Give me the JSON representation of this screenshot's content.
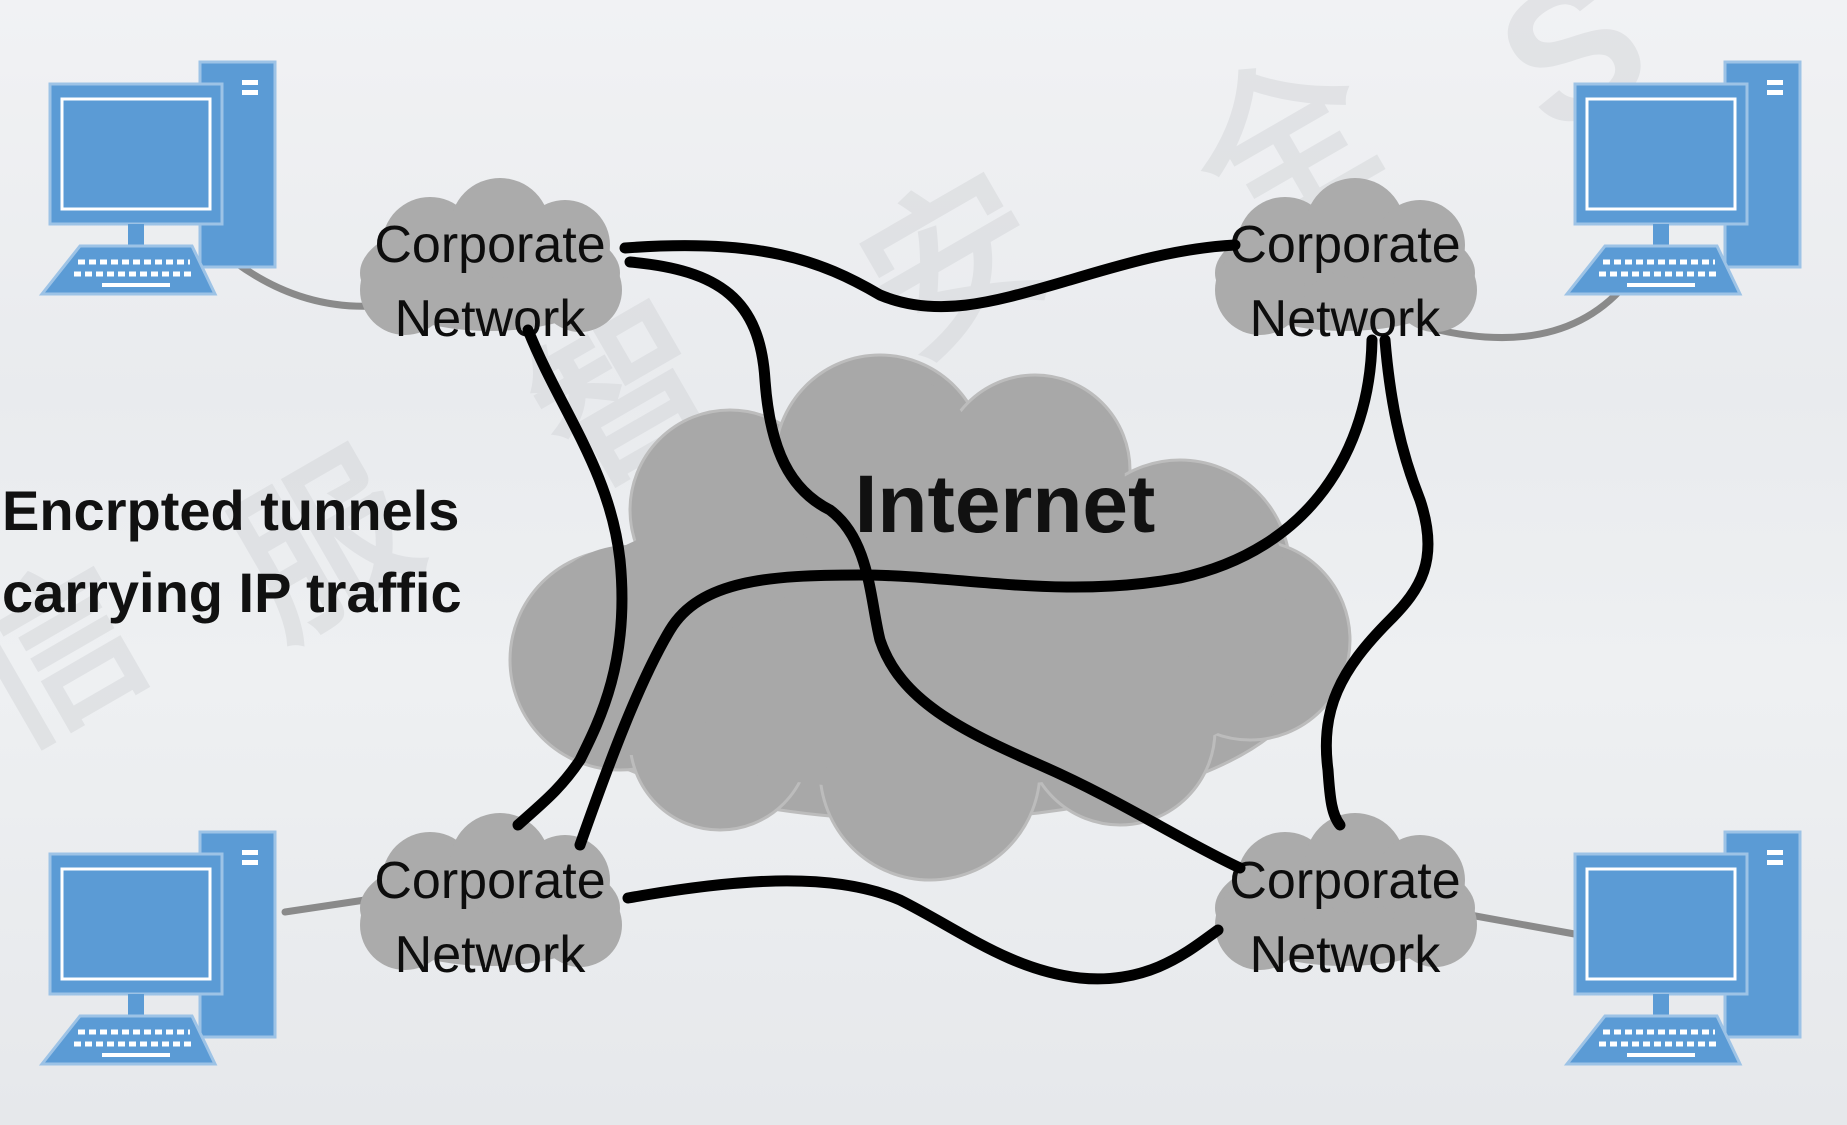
{
  "internet": {
    "label": "Internet"
  },
  "side_label": {
    "line1": "Encrpted tunnels",
    "line2": "carrying IP traffic"
  },
  "corporate_networks": [
    {
      "line1": "Corporate",
      "line2": "Network"
    },
    {
      "line1": "Corporate",
      "line2": "Network"
    },
    {
      "line1": "Corporate",
      "line2": "Network"
    },
    {
      "line1": "Corporate",
      "line2": "Network"
    }
  ],
  "watermark": {
    "chars": [
      "信",
      "服",
      "智",
      "安",
      "全",
      "S"
    ]
  },
  "colors": {
    "computer": "#5b9bd5",
    "computer_outline": "#9dc3e6",
    "cloud_small": "#ababab",
    "cloud_internet": "#a8a8a8",
    "tunnel": "#000000",
    "lan_link": "#8a8a8a"
  },
  "icons": [
    "desktop-computer-icon",
    "cloud-icon"
  ]
}
